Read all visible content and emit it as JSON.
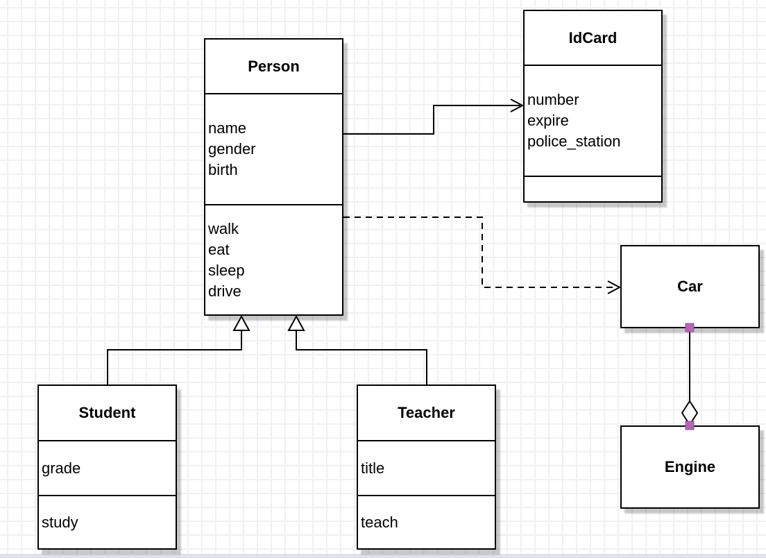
{
  "diagram": {
    "classes": {
      "person": {
        "title": "Person",
        "attributes": [
          "name",
          "gender",
          "birth"
        ],
        "methods": [
          "walk",
          "eat",
          "sleep",
          "drive"
        ]
      },
      "idcard": {
        "title": "IdCard",
        "attributes": [
          "number",
          "expire",
          "police_station"
        ],
        "methods": []
      },
      "car": {
        "title": "Car",
        "attributes": [],
        "methods": []
      },
      "engine": {
        "title": "Engine",
        "attributes": [],
        "methods": []
      },
      "student": {
        "title": "Student",
        "attributes": [
          "grade"
        ],
        "methods": [
          "study"
        ]
      },
      "teacher": {
        "title": "Teacher",
        "attributes": [
          "title"
        ],
        "methods": [
          "teach"
        ]
      }
    },
    "relationships": [
      {
        "from": "Person",
        "to": "IdCard",
        "type": "directed-association",
        "line": "solid",
        "arrow": "open"
      },
      {
        "from": "Person",
        "to": "Car",
        "type": "dependency",
        "line": "dashed",
        "arrow": "open"
      },
      {
        "from": "Student",
        "to": "Person",
        "type": "generalization",
        "line": "solid",
        "arrow": "hollow-triangle"
      },
      {
        "from": "Teacher",
        "to": "Person",
        "type": "generalization",
        "line": "solid",
        "arrow": "hollow-triangle"
      },
      {
        "from": "Car",
        "to": "Engine",
        "type": "aggregation",
        "line": "solid",
        "arrow": "hollow-diamond"
      }
    ],
    "colors": {
      "stroke": "#000000",
      "shape_fill": "#ffffff",
      "grid_line": "#f0f1f4",
      "canvas_edge": "#dfe2ec",
      "endpoint_handle": "#b565b5",
      "shadow": "rgba(0,0,0,0.22)"
    }
  }
}
